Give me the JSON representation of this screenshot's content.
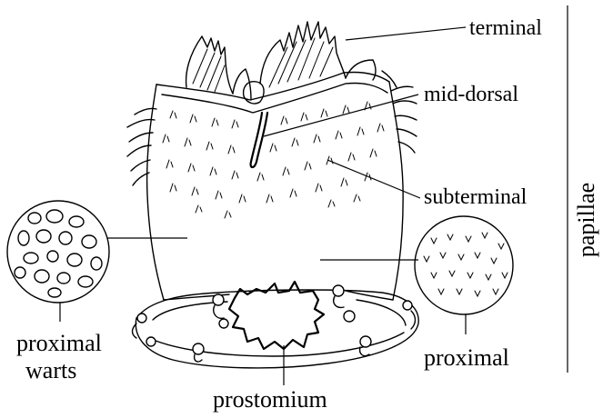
{
  "figure": {
    "labels": {
      "terminal": "terminal",
      "mid_dorsal": "mid-dorsal",
      "subterminal": "subterminal",
      "papillae": "papillae",
      "proximal_warts_line1": "proximal",
      "proximal_warts_line2": "warts",
      "proximal_right": "proximal",
      "prostomium": "prostomium"
    },
    "colors": {
      "ink": "#000000",
      "background": "#ffffff"
    }
  }
}
